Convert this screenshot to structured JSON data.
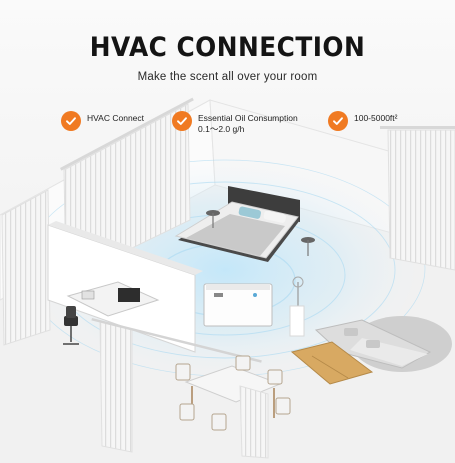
{
  "header": {
    "title": "HVAC CONNECTION",
    "subtitle": "Make the scent all over your room"
  },
  "features": [
    {
      "icon": "check-circle-icon",
      "line1": "HVAC Connect",
      "line2": ""
    },
    {
      "icon": "check-circle-icon",
      "line1": "Essential Oil Consumption",
      "line2": "0.1〜2.0 g/h"
    },
    {
      "icon": "check-circle-icon",
      "line1": "100-5000ft²",
      "line2": ""
    }
  ],
  "colors": {
    "accent": "#f07a22",
    "scent_wave": "#9fd4f0"
  }
}
